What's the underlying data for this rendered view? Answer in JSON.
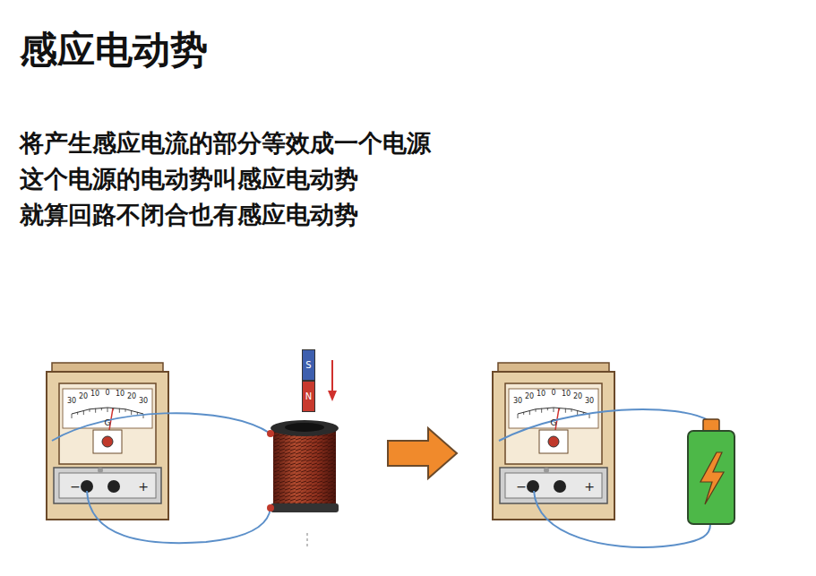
{
  "diagram": {
    "title": "感应电动势",
    "nodes": [
      {
        "text": [
          "S"
        ]
      },
      {
        "text": [
          "N"
        ]
      }
    ],
    "labels": [
      "将产生感应电流的部分等效成一个电源",
      "这个电源的电动势叫感应电动势",
      "就算回路不闭合也有感应电动势",
      "30",
      "20",
      "10",
      "0",
      "10",
      "20",
      "30",
      "G",
      "−",
      "+",
      "30",
      "20",
      "10",
      "0",
      "10",
      "20",
      "30",
      "G",
      "−",
      "+"
    ]
  }
}
